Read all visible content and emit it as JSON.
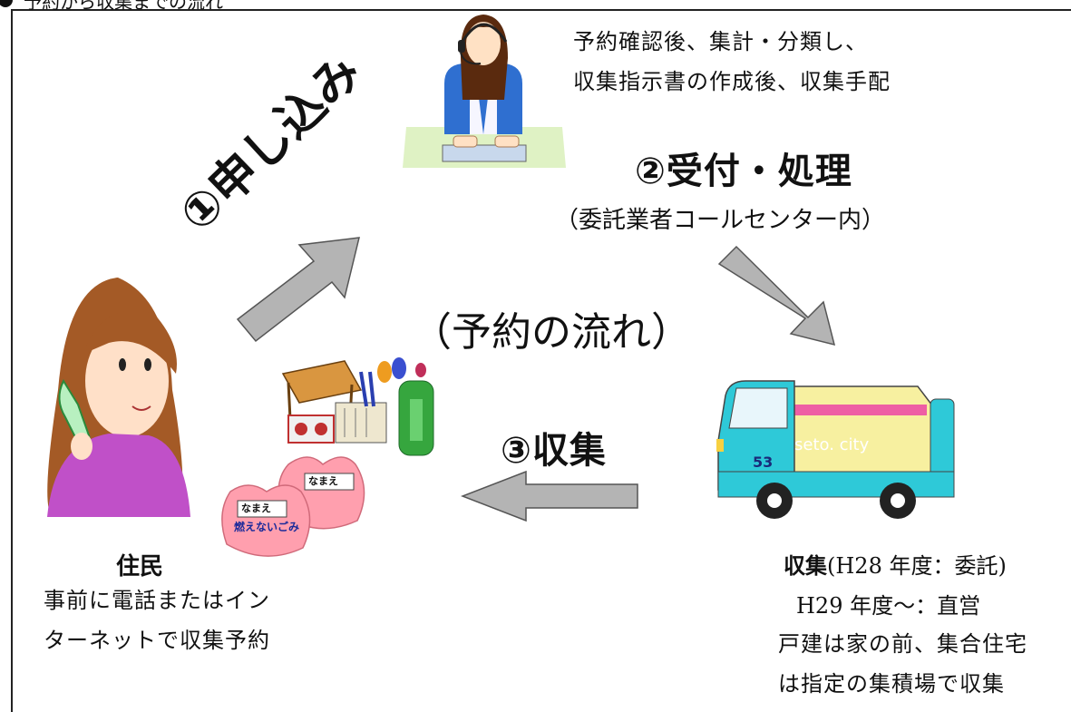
{
  "header": {
    "title": "予約から収集までの流れ"
  },
  "center_label": "（予約の流れ）",
  "step1": {
    "label": "①申し込み"
  },
  "step2": {
    "label": "②受付・処理",
    "sub": "（委託業者コールセンター内）",
    "note_line1": "予約確認後、集計・分類し、",
    "note_line2": "収集指示書の作成後、収集手配"
  },
  "step3": {
    "label": "③収集"
  },
  "resident": {
    "title": "住民",
    "desc_line1": "事前に電話またはイン",
    "desc_line2": "ターネットで収集予約"
  },
  "collection": {
    "title": "収集",
    "title_suffix": "(H28 年度：委託)",
    "line2": "H29 年度～：直営",
    "line3": "戸建は家の前、集合住宅",
    "line4": "は指定の集積場で収集"
  },
  "truck": {
    "text": "seto. city",
    "number": "53"
  },
  "bags": {
    "name_tag": "なまえ",
    "label": "燃えないごみ"
  },
  "colors": {
    "arrow": "#b4b4b4",
    "truck_body": "#2ec9d8",
    "truck_box": "#f7f0a0",
    "truck_stripe": "#ee5fa4",
    "bag": "#ff9fae"
  }
}
